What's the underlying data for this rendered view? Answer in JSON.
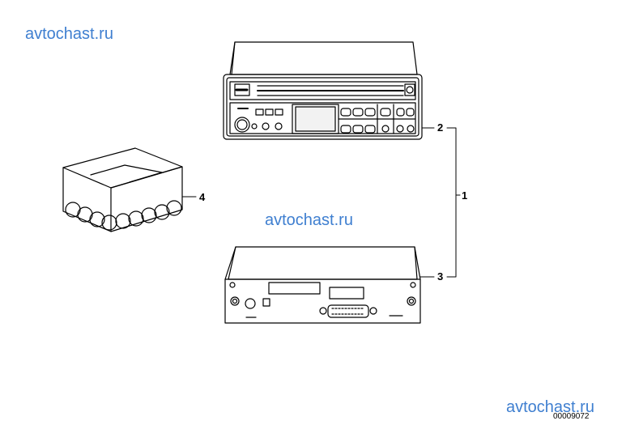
{
  "watermarks": [
    "avtochast.ru",
    "avtochast.ru",
    "avtochast.ru"
  ],
  "callouts": {
    "c1": "1",
    "c2": "2",
    "c3": "3",
    "c4": "4"
  },
  "diagram_code": "00009072"
}
